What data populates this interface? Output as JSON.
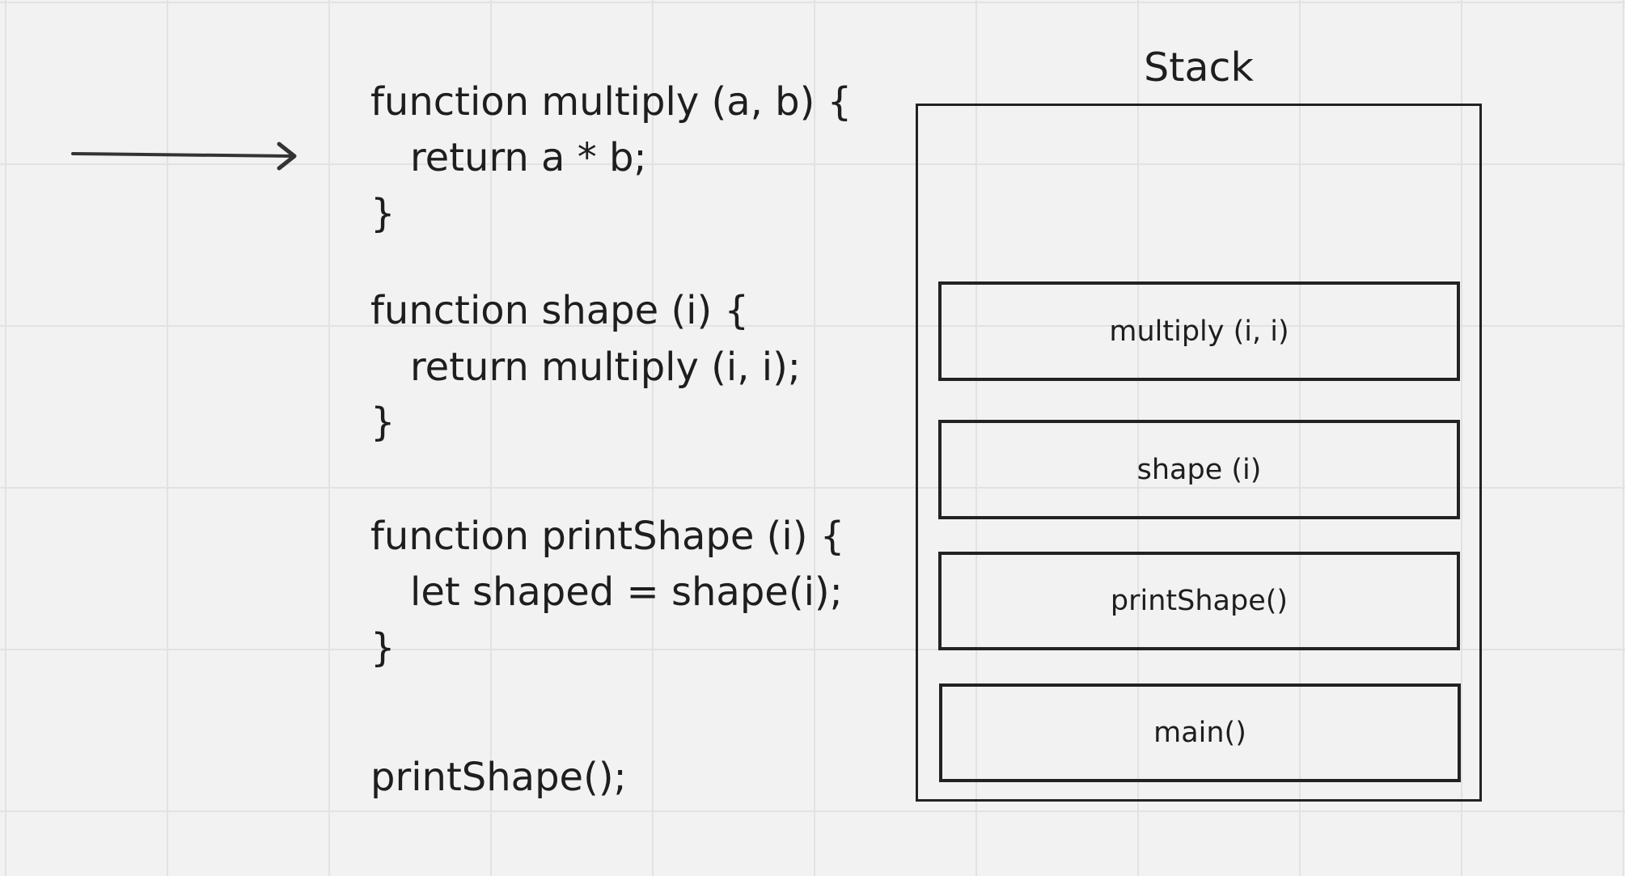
{
  "code": {
    "lines": [
      "function multiply (a, b) {",
      "return a * b;",
      "}",
      "function shape (i) {",
      "return multiply (i, i);",
      "}",
      "function printShape (i) {",
      "let shaped = shape(i);",
      "}",
      "printShape();"
    ]
  },
  "stack": {
    "title": "Stack",
    "frames": [
      "multiply (i, i)",
      "shape (i)",
      "printShape()",
      "main()"
    ]
  },
  "pointer": {
    "icon": "arrow-right-icon",
    "points_to_line": 2
  },
  "colors": {
    "background": "#f2f2f2",
    "grid": "#e2e2e2",
    "stroke": "#222222",
    "text": "#1e1e1e"
  }
}
